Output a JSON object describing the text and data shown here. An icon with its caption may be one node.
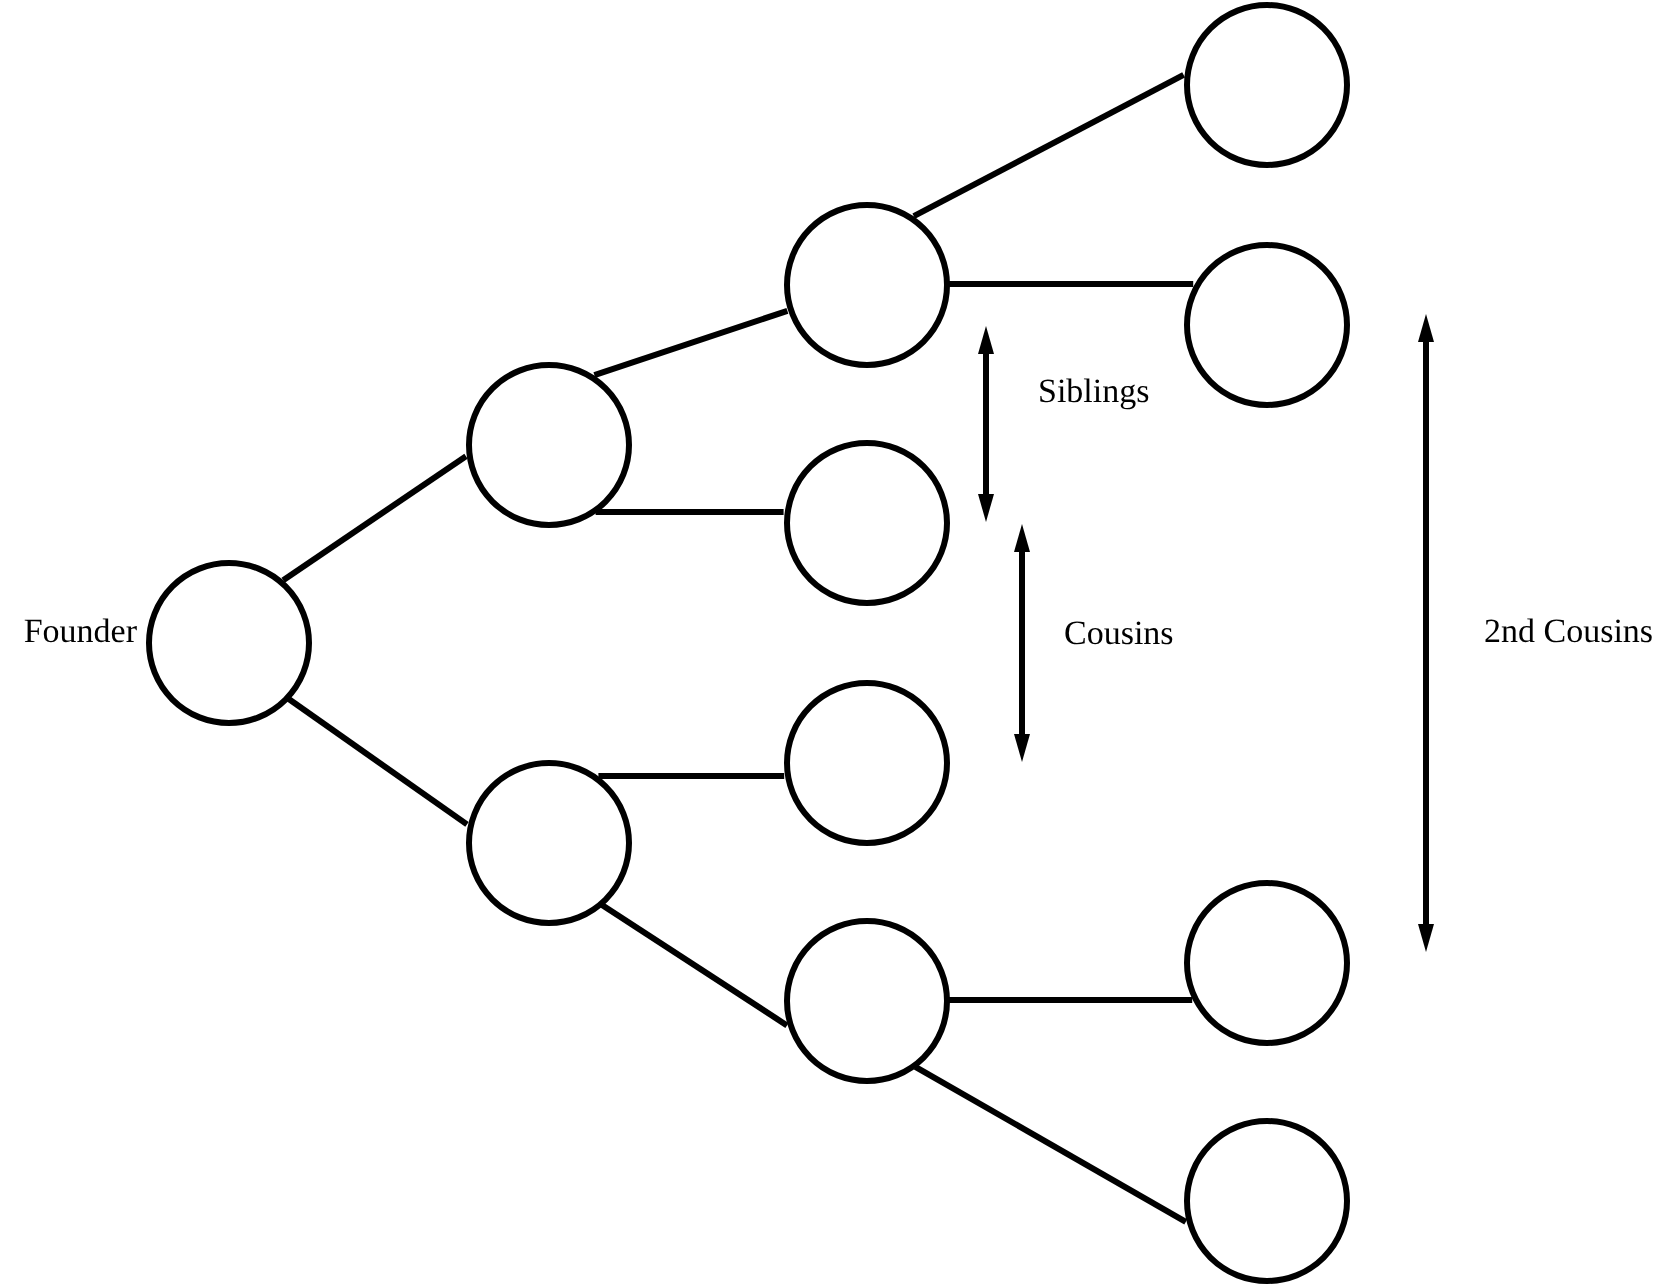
{
  "diagram": {
    "nodes": [
      {
        "text": [],
        "shape": "circle",
        "beside": [
          "Founder"
        ]
      },
      {
        "text": [],
        "shape": "circle"
      },
      {
        "text": [],
        "shape": "circle"
      },
      {
        "text": [],
        "shape": "circle"
      },
      {
        "text": [],
        "shape": "circle"
      },
      {
        "text": [],
        "shape": "circle"
      },
      {
        "text": [],
        "shape": "circle"
      },
      {
        "text": [],
        "shape": "circle"
      },
      {
        "text": [],
        "shape": "circle"
      },
      {
        "text": [],
        "shape": "circle"
      },
      {
        "text": [],
        "shape": "circle"
      }
    ],
    "edges": [
      {
        "from": 0,
        "to": 1,
        "arrow": "none"
      },
      {
        "from": 0,
        "to": 2,
        "arrow": "none"
      },
      {
        "from": 1,
        "to": 3,
        "arrow": "none"
      },
      {
        "from": 1,
        "to": 4,
        "arrow": "none"
      },
      {
        "from": 2,
        "to": 5,
        "arrow": "none"
      },
      {
        "from": 2,
        "to": 6,
        "arrow": "none"
      },
      {
        "from": 3,
        "to": 7,
        "arrow": "none"
      },
      {
        "from": 3,
        "to": 8,
        "arrow": "none"
      },
      {
        "from": 6,
        "to": 9,
        "arrow": "none"
      },
      {
        "from": 6,
        "to": 10,
        "arrow": "none"
      },
      {
        "from": 3,
        "to": 4,
        "arrow": "both",
        "label": "Siblings"
      },
      {
        "from": 4,
        "to": 5,
        "arrow": "both",
        "label": "Cousins"
      },
      {
        "from": 8,
        "to": 9,
        "arrow": "both",
        "label": "2nd Cousins"
      }
    ]
  }
}
